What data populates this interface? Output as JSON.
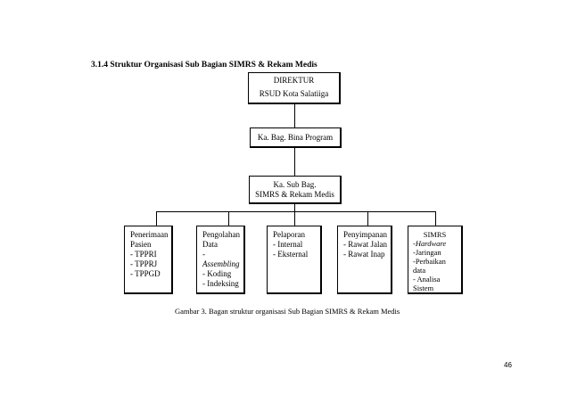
{
  "heading": "3.1.4 Struktur Organisasi Sub Bagian SIMRS & Rekam Medis",
  "direktur": {
    "line1": "DIREKTUR",
    "line2": "RSUD Kota Salatiiga"
  },
  "kabag": "Ka. Bag. Bina Program",
  "kasubbag": {
    "line1": "Ka. Sub Bag.",
    "line2": "SIMRS & Rekam Medis"
  },
  "units": {
    "penerimaan": {
      "l1": "Penerimaan",
      "l2": "Pasien",
      "l3": "- TPPRI",
      "l4": "- TPPRJ",
      "l5": "- TPPGD"
    },
    "pengolahan": {
      "l1": "Pengolahan",
      "l2": "Data",
      "l3": "- Assembling",
      "l4": "- Koding",
      "l5": "- Indeksing"
    },
    "pelaporan": {
      "l1": "Pelaporan",
      "l2": "- Internal",
      "l3": "- Eksternal"
    },
    "penyimpanan": {
      "l1": "Penyimpanan",
      "l2": "- Rawat Jalan",
      "l3": "- Rawat Inap"
    },
    "simrs": {
      "l1": "SIMRS",
      "l2": "-Hardware",
      "l3": "-Jaringan",
      "l4": "-Perbaikan",
      "l5": "data",
      "l6": "- Analisa",
      "l7": "Sistem"
    }
  },
  "caption": "Gambar 3. Bagan struktur organisasi Sub Bagian SIMRS & Rekam Medis",
  "page_number": "46"
}
